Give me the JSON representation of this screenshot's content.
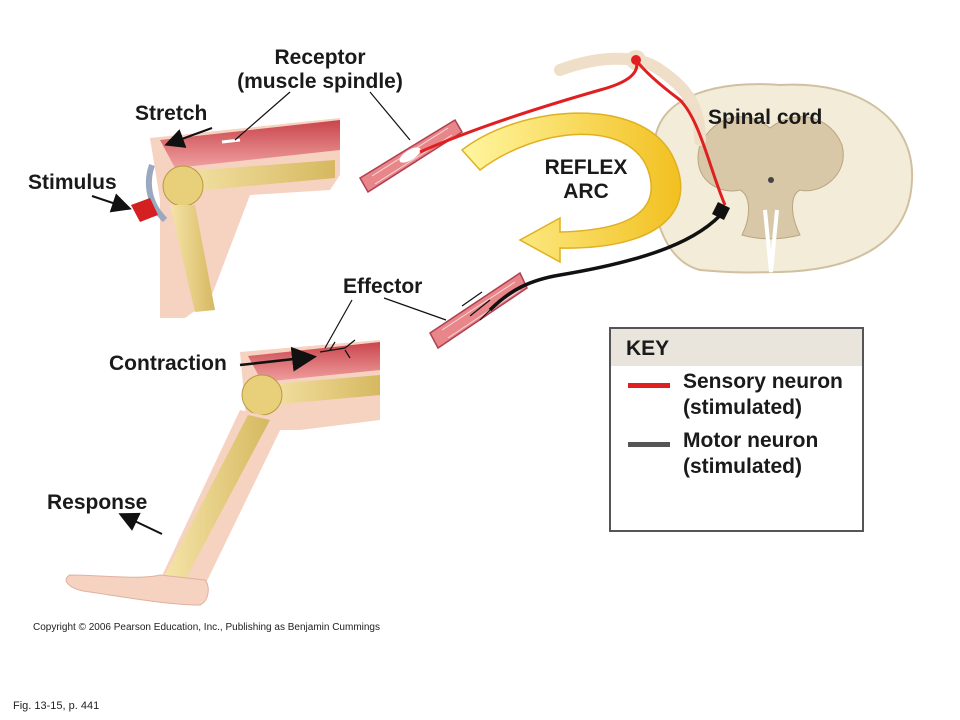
{
  "labels": {
    "receptor": "Receptor",
    "receptor_sub": "(muscle spindle)",
    "stretch": "Stretch",
    "stimulus": "Stimulus",
    "spinal_cord": "Spinal  cord",
    "reflex": "REFLEX",
    "arc": "ARC",
    "effector": "Effector",
    "contraction": "Contraction",
    "response": "Response"
  },
  "key": {
    "title": "KEY",
    "sensory_line1": "Sensory neuron",
    "sensory_line2": "(stimulated)",
    "motor_line1": "Motor neuron",
    "motor_line2": "(stimulated)",
    "sensory_color": "#e02020",
    "motor_color": "#555555"
  },
  "footer": {
    "copyright": "Copyright © 2006 Pearson Education, Inc., Publishing as Benjamin Cummings",
    "figure_ref": "Fig. 13-15, p. 441"
  },
  "colors": {
    "muscle": "#e8868a",
    "bone": "#e6cf8a",
    "skin": "#f4c9b4",
    "arc": "#ffe14a",
    "cord": "#f3ecd9",
    "grey_matter": "#d8c8a8"
  }
}
